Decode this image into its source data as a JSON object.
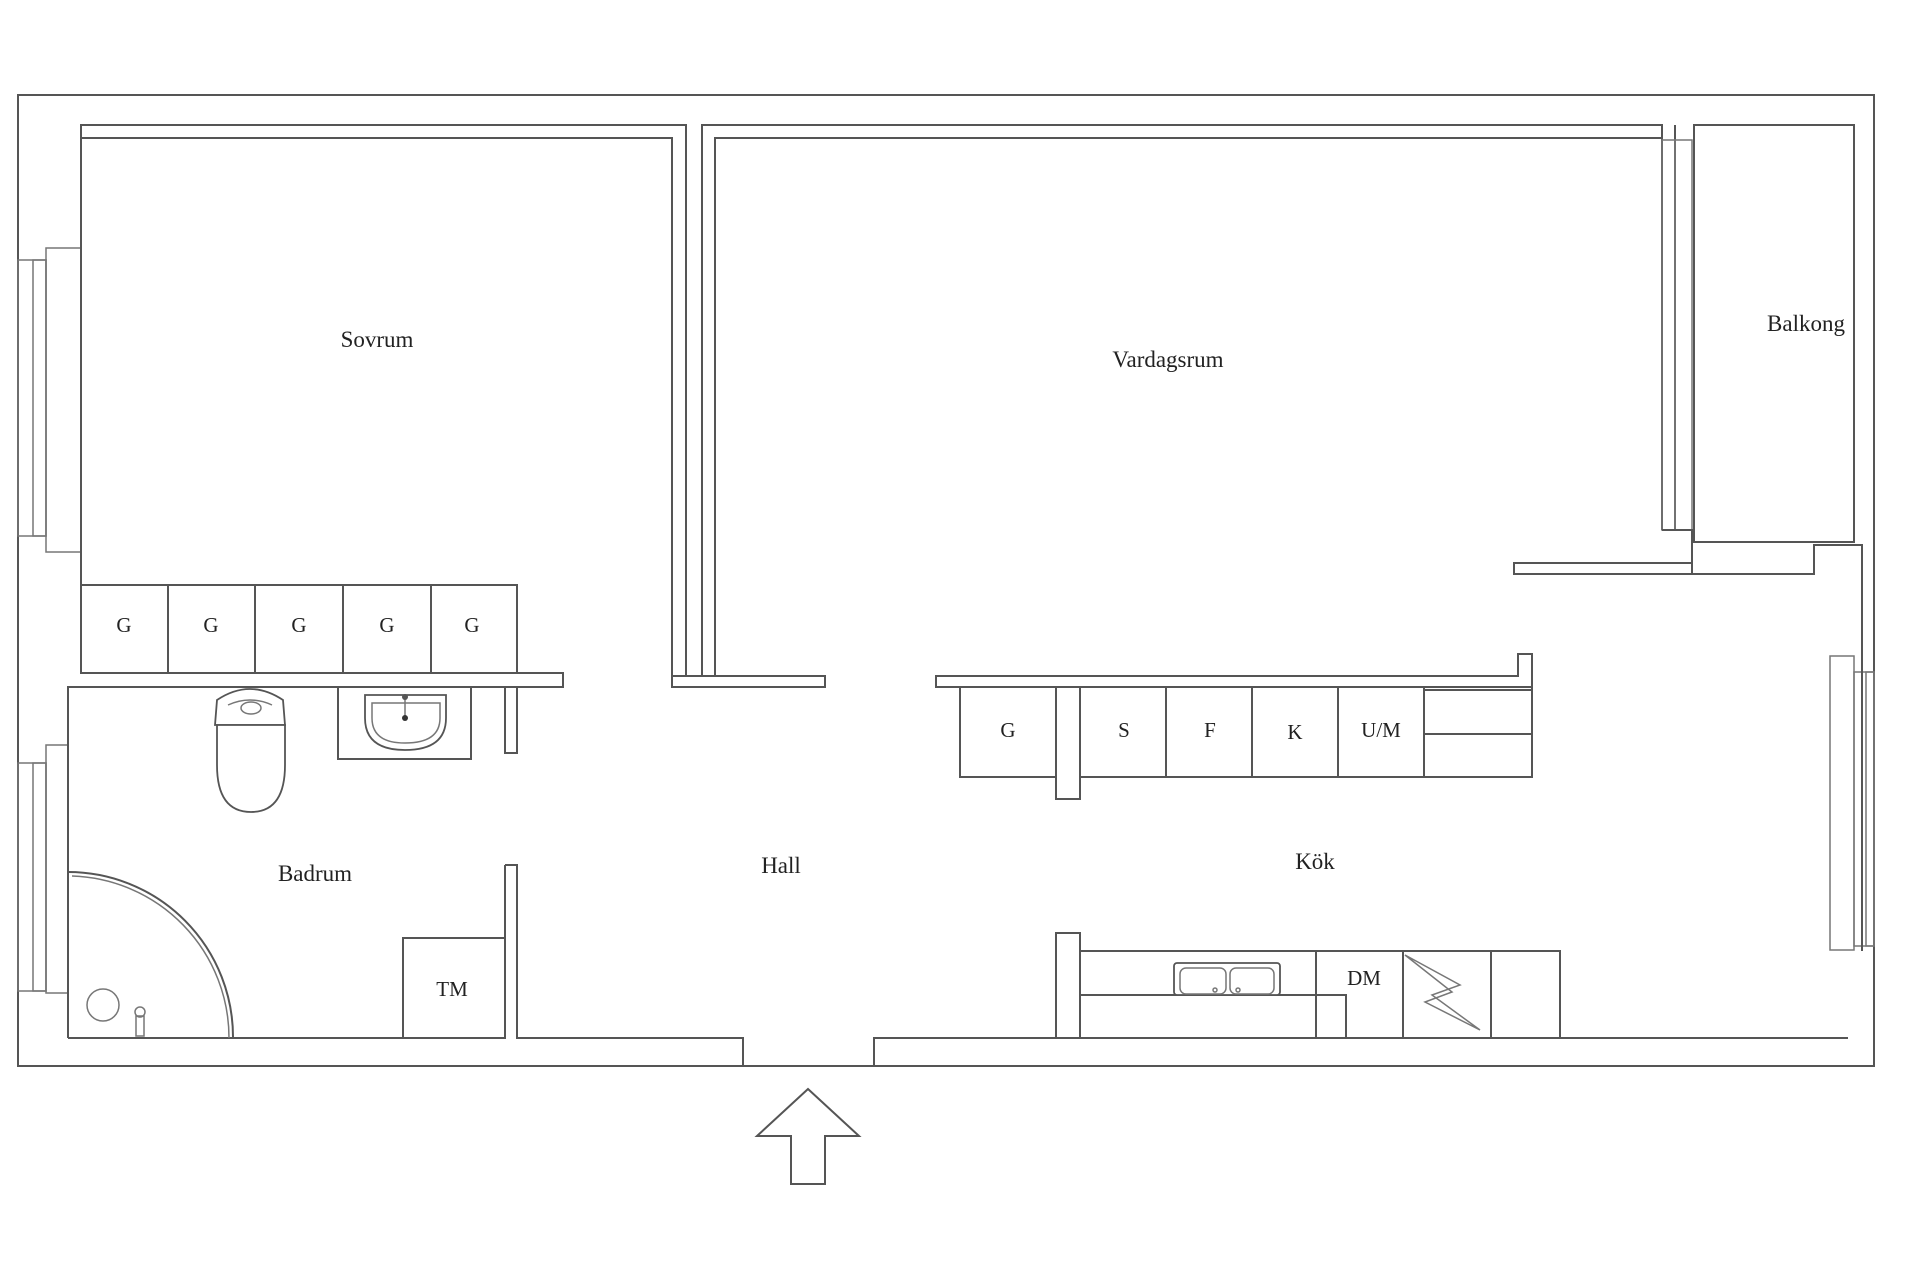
{
  "rooms": {
    "sovrum": "Sovrum",
    "vardagsrum": "Vardagsrum",
    "balkong": "Balkong",
    "badrum": "Badrum",
    "hall": "Hall",
    "kok": "Kök"
  },
  "bedroom_wardrobes": [
    "G",
    "G",
    "G",
    "G",
    "G"
  ],
  "kitchen_units": [
    "G",
    "S",
    "F",
    "K",
    "U/M"
  ],
  "bathroom_fixtures": {
    "washing_machine": "TM"
  },
  "kitchen_fixtures": {
    "dishwasher": "DM"
  },
  "entrance": {
    "icon": "arrow-up-icon"
  },
  "colors": {
    "lines": "#555555",
    "background": "#ffffff"
  }
}
